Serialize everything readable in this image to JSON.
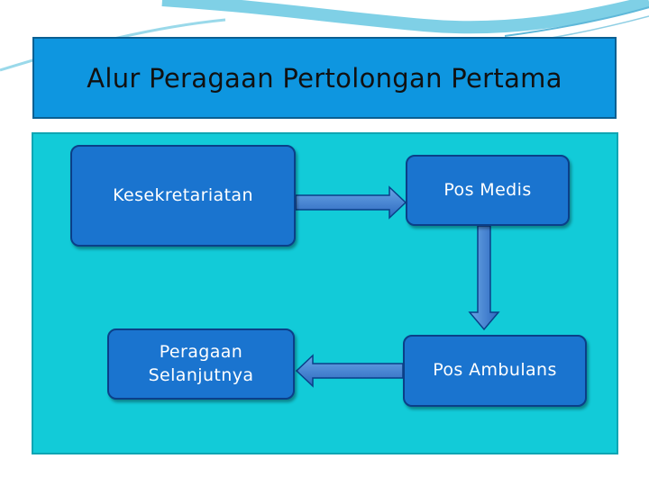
{
  "title": "Alur Peragaan Pertolongan Pertama",
  "nodes": {
    "kesekretariatan": "Kesekretariatan",
    "pos_medis": "Pos Medis",
    "pos_ambulans": "Pos Ambulans",
    "peragaan_line1": "Peragaan",
    "peragaan_line2": "Selanjutnya"
  },
  "colors": {
    "title_fill": "#0e96e0",
    "panel_fill": "#12cbd8",
    "node_fill": "#1a74cf",
    "arrow_fill": "#3f7fd1"
  }
}
